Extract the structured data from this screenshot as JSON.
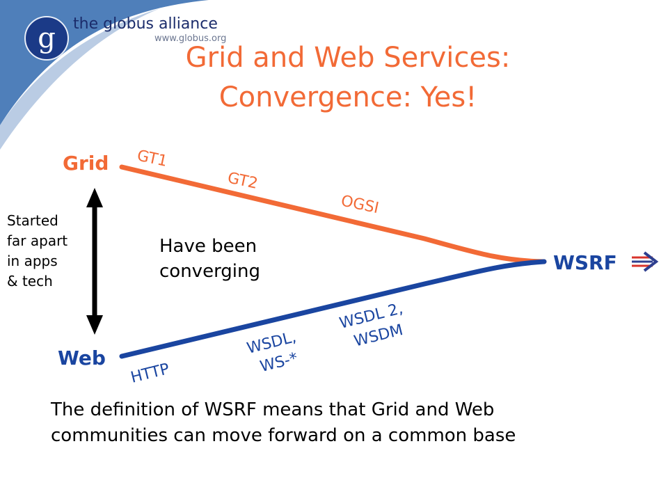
{
  "header": {
    "brand_name": "the globus alliance",
    "brand_url": "www.globus.org",
    "logo_letter": "g"
  },
  "title": {
    "line1": "Grid and Web Services:",
    "line2": "Convergence: Yes!"
  },
  "diagram": {
    "grid_label": "Grid",
    "web_label": "Web",
    "wsrf_label": "WSRF",
    "grid_milestones": [
      "GT1",
      "GT2",
      "OGSI"
    ],
    "web_milestones": [
      "HTTP",
      [
        "WSDL,",
        "WS-*"
      ],
      [
        "WSDL 2,",
        "WSDM"
      ]
    ],
    "side_note": [
      "Started",
      "far apart",
      "in apps",
      "& tech"
    ],
    "converging_note": [
      "Have been",
      "converging"
    ]
  },
  "footer": {
    "line1": "The definition of WSRF means that Grid and Web",
    "line2": "communities can move forward on a common base"
  },
  "colors": {
    "grid_line": "#f26a36",
    "web_line": "#1a45a0",
    "title": "#f26a36",
    "corner": "#4f7fba"
  }
}
